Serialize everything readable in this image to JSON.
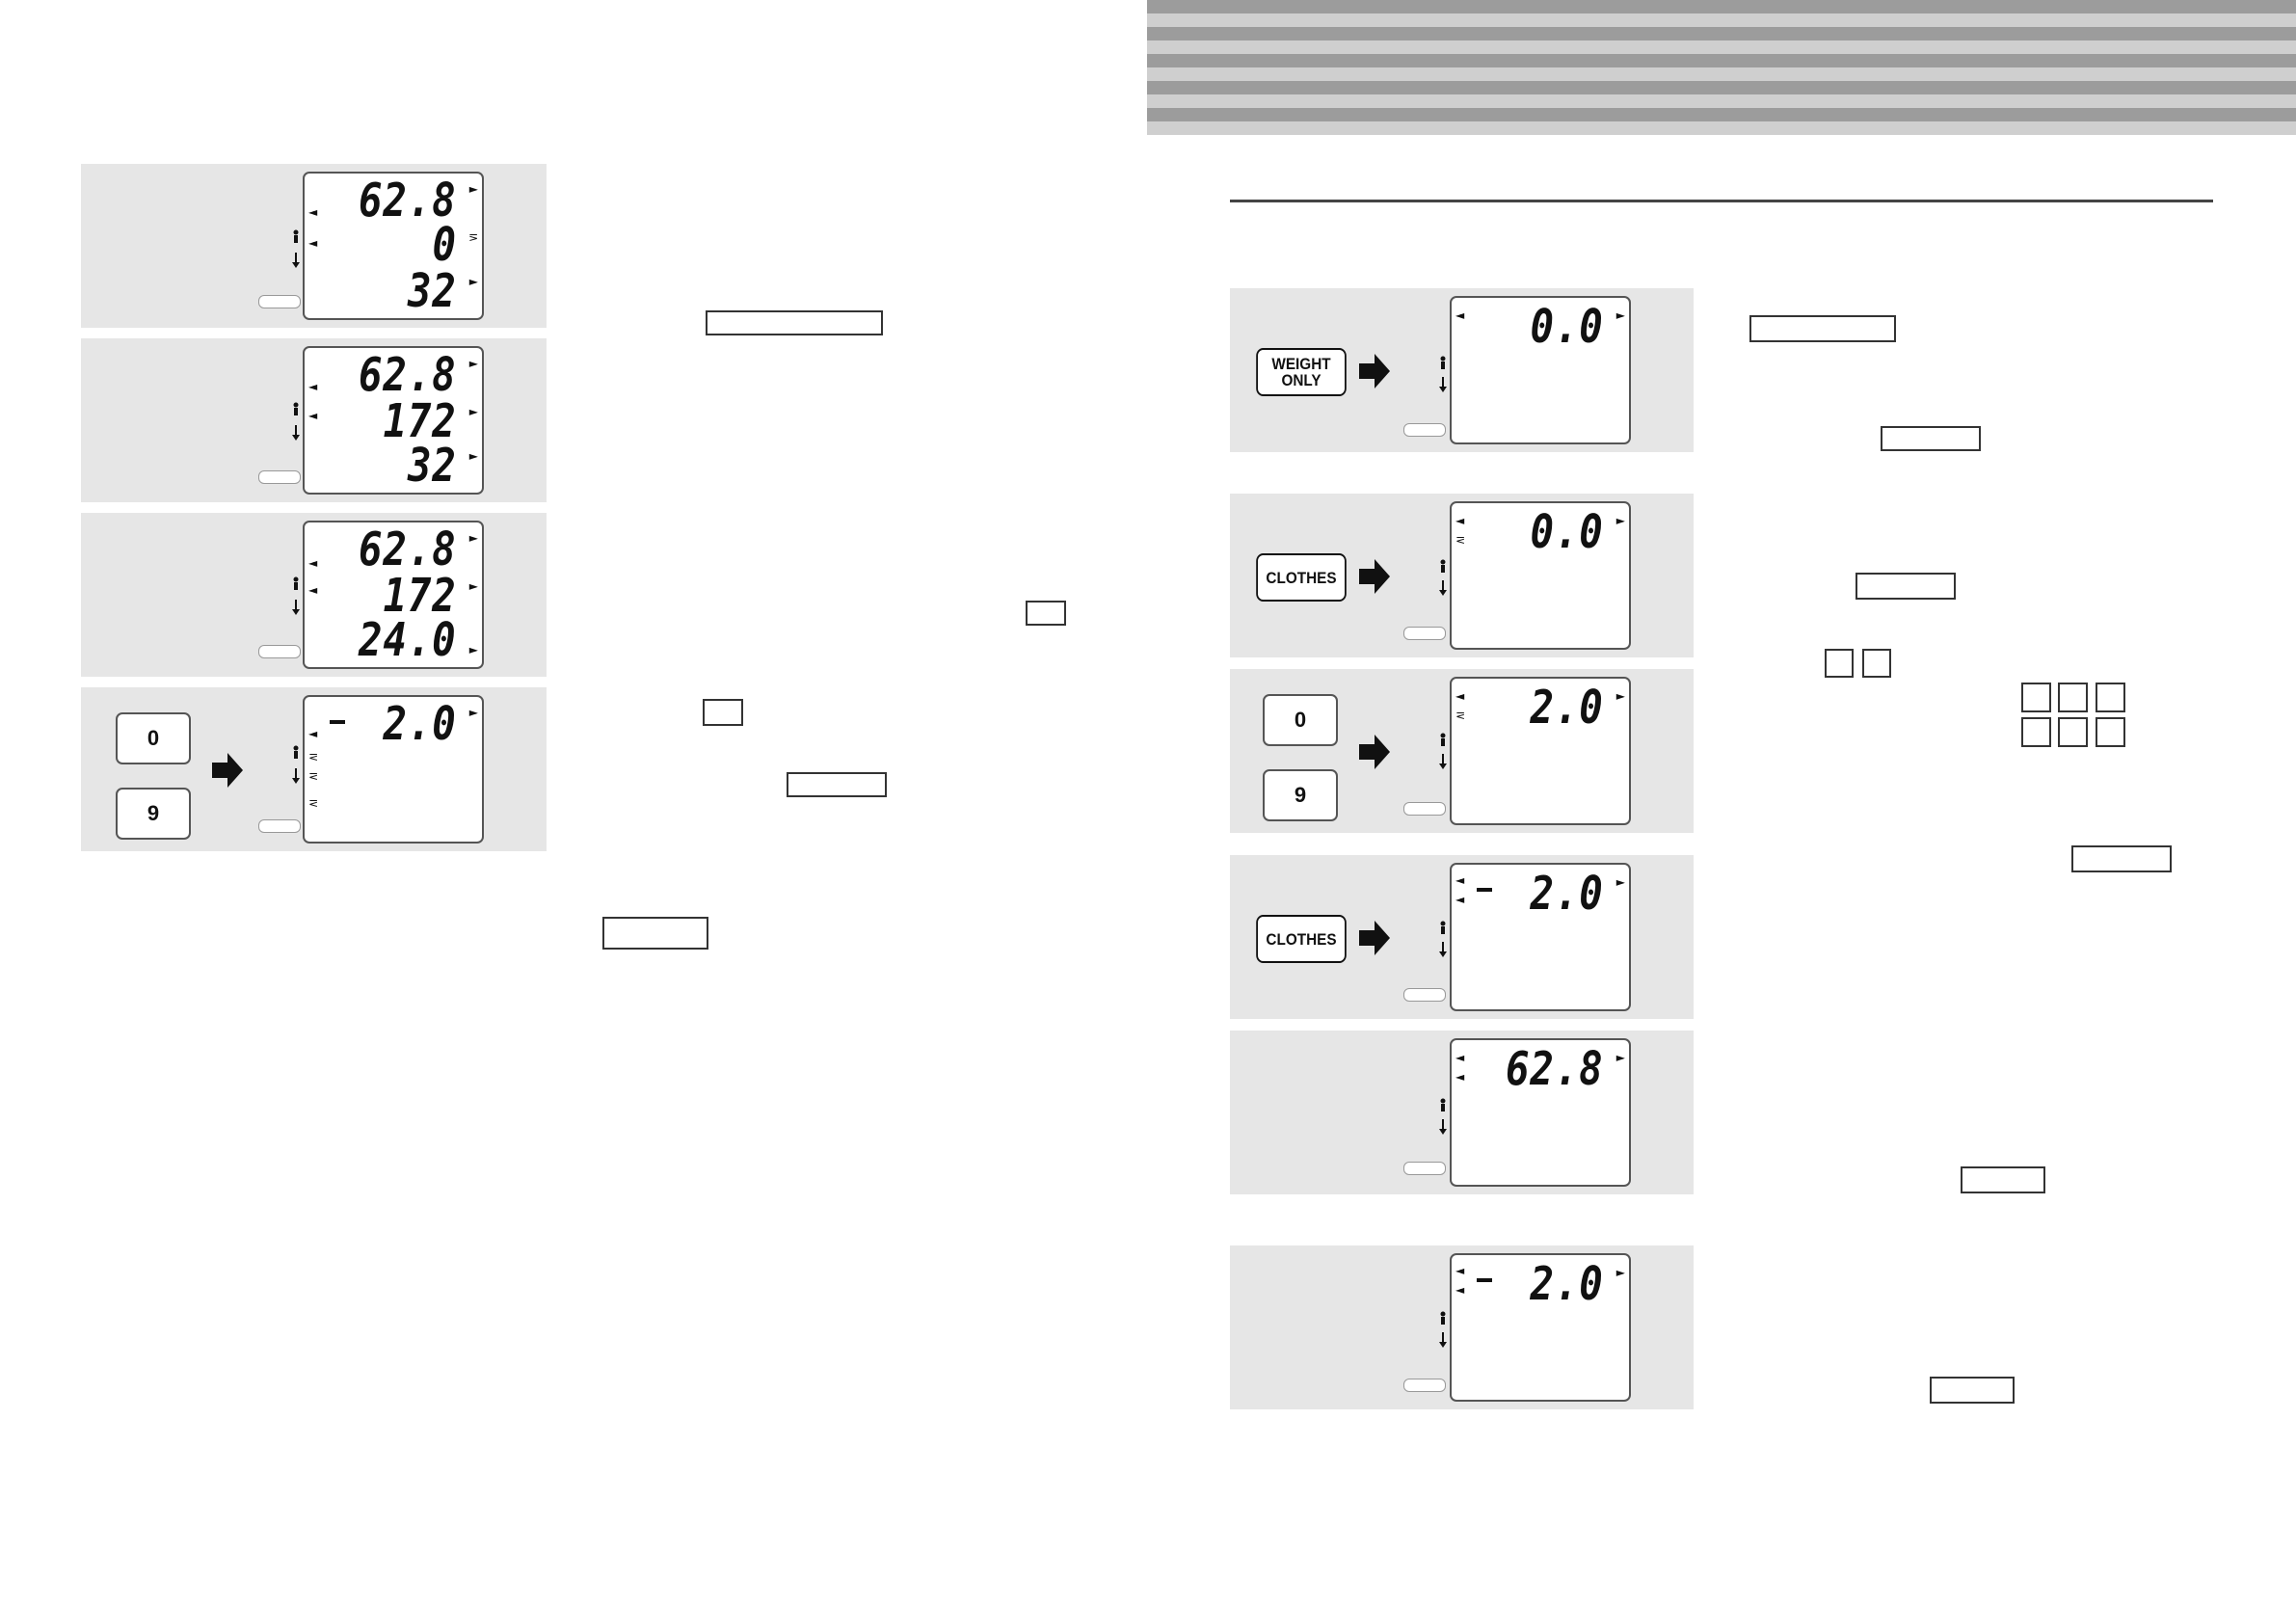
{
  "stripe_colors": [
    "#9c9c9c",
    "#cfcfcf"
  ],
  "panel_color": "#e6e6e6",
  "left_panels": [
    {
      "readings": [
        "62.8",
        "0",
        "32"
      ]
    },
    {
      "readings": [
        "62.8",
        "172",
        "32"
      ]
    },
    {
      "readings": [
        "62.8",
        "172",
        "24.0"
      ]
    },
    {
      "readings": [
        "2.0"
      ],
      "keys": [
        "0",
        "9"
      ]
    }
  ],
  "right_panels": [
    {
      "reading": "0.0",
      "button": "WEIGHT ONLY"
    },
    {
      "reading": "0.0",
      "button": "CLOTHES"
    },
    {
      "reading": "2.0",
      "keys": [
        "0",
        "9"
      ]
    },
    {
      "reading": "2.0",
      "button": "CLOTHES"
    },
    {
      "reading": "62.8"
    },
    {
      "reading": "2.0"
    }
  ]
}
